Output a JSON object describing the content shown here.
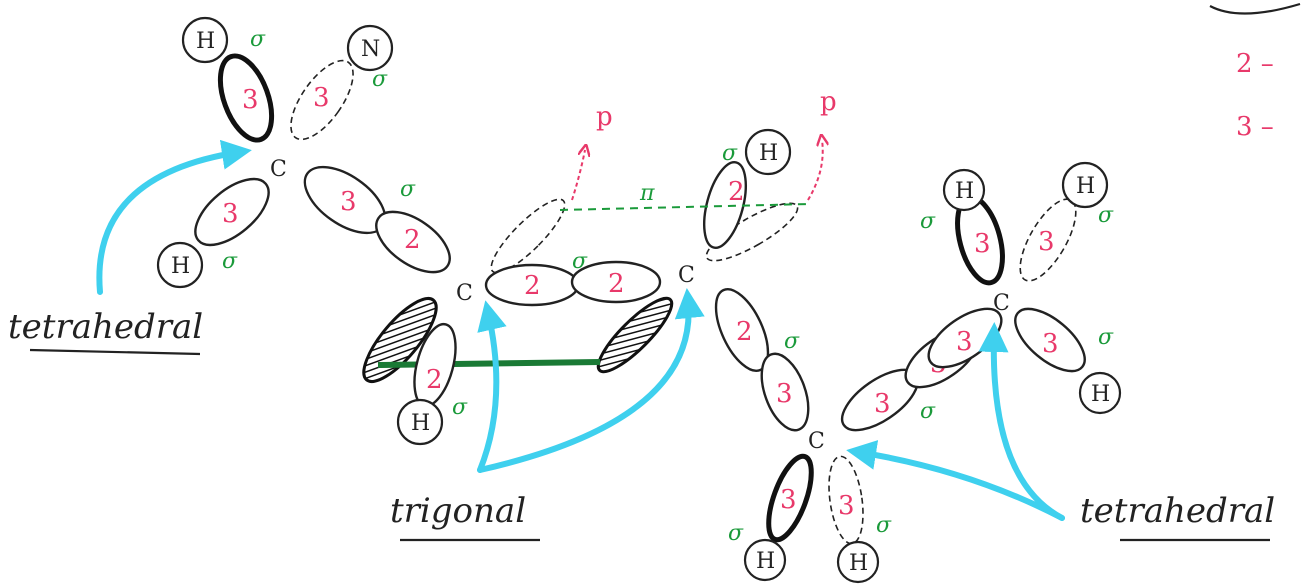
{
  "atoms": {
    "carbon": "C",
    "hydrogen": "H",
    "nitrogen_like": "N"
  },
  "orbital_labels": {
    "sp3": "3",
    "sp2": "2"
  },
  "bond_labels": {
    "sigma": "σ",
    "pi": "π",
    "p_orbital": "p"
  },
  "annotations": {
    "tetrahedral_left": "tetrahedral",
    "trigonal": "trigonal",
    "tetrahedral_right": "tetrahedral"
  },
  "legend_partial": {
    "row1": "2 –",
    "row2": "3 –"
  },
  "colors": {
    "orbital_number": "#e8396a",
    "sigma": "#1a9a3a",
    "pi_line": "#1a9a3a",
    "pointer_arrow": "#3fd0ee",
    "p_label": "#e8396a"
  }
}
